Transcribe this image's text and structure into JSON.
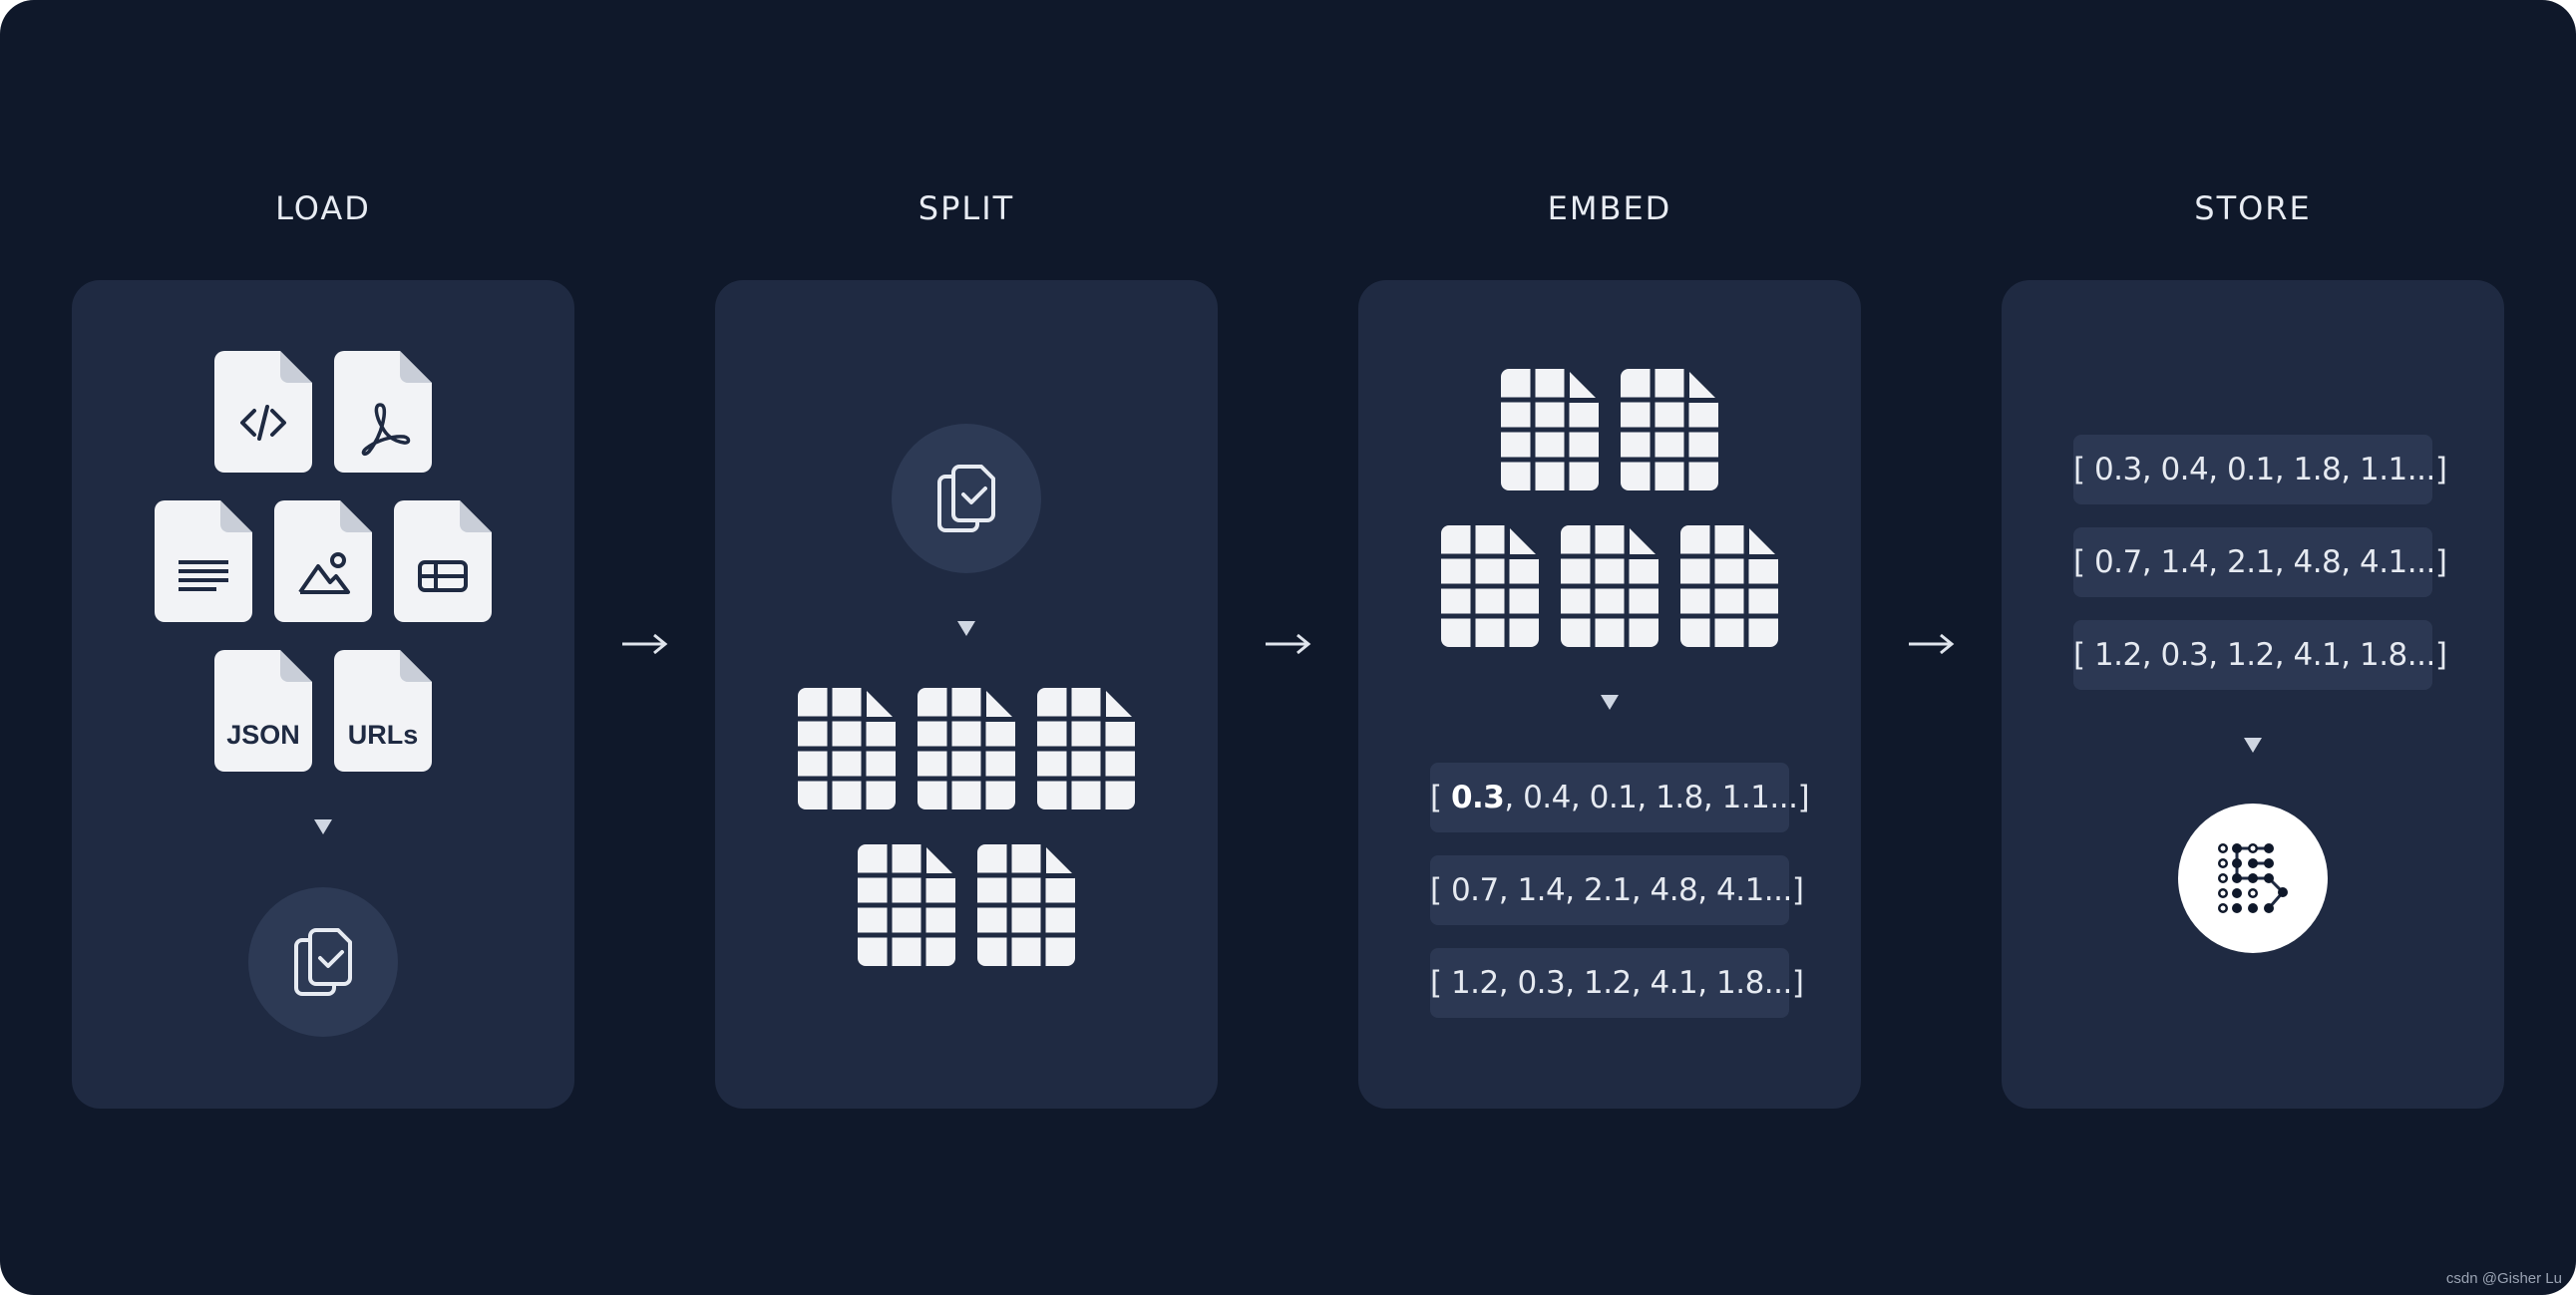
{
  "stages": [
    {
      "title": "LOAD"
    },
    {
      "title": "SPLIT"
    },
    {
      "title": "EMBED"
    },
    {
      "title": "STORE"
    }
  ],
  "load": {
    "file_icons": [
      "code-file-icon",
      "pdf-file-icon",
      "text-file-icon",
      "image-file-icon",
      "table-file-icon",
      "json-file-icon",
      "urls-file-icon"
    ],
    "json_label": "JSON",
    "urls_label": "URLs"
  },
  "embed": {
    "vectors": [
      {
        "open": "[ ",
        "bold": "0.3",
        "rest": ", 0.4, 0.1, 1.8, 1.1...]"
      },
      {
        "open": "[ ",
        "bold": "",
        "rest": "0.7, 1.4, 2.1, 4.8, 4.1...]"
      },
      {
        "open": "[ ",
        "bold": "",
        "rest": "1.2, 0.3, 1.2, 4.1, 1.8...]"
      }
    ]
  },
  "store": {
    "vectors": [
      {
        "text": "[ 0.3, 0.4, 0.1, 1.8, 1.1...]"
      },
      {
        "text": "[ 0.7, 1.4, 2.1, 4.8, 4.1...]"
      },
      {
        "text": "[ 1.2, 0.3, 1.2, 4.1, 1.8...]"
      }
    ]
  },
  "watermark": "csdn @Gisher Lu",
  "colors": {
    "background": "#0f182a",
    "panel": "#1f2a42",
    "chip": "#2c3853",
    "icon": "#f2f3f6"
  }
}
